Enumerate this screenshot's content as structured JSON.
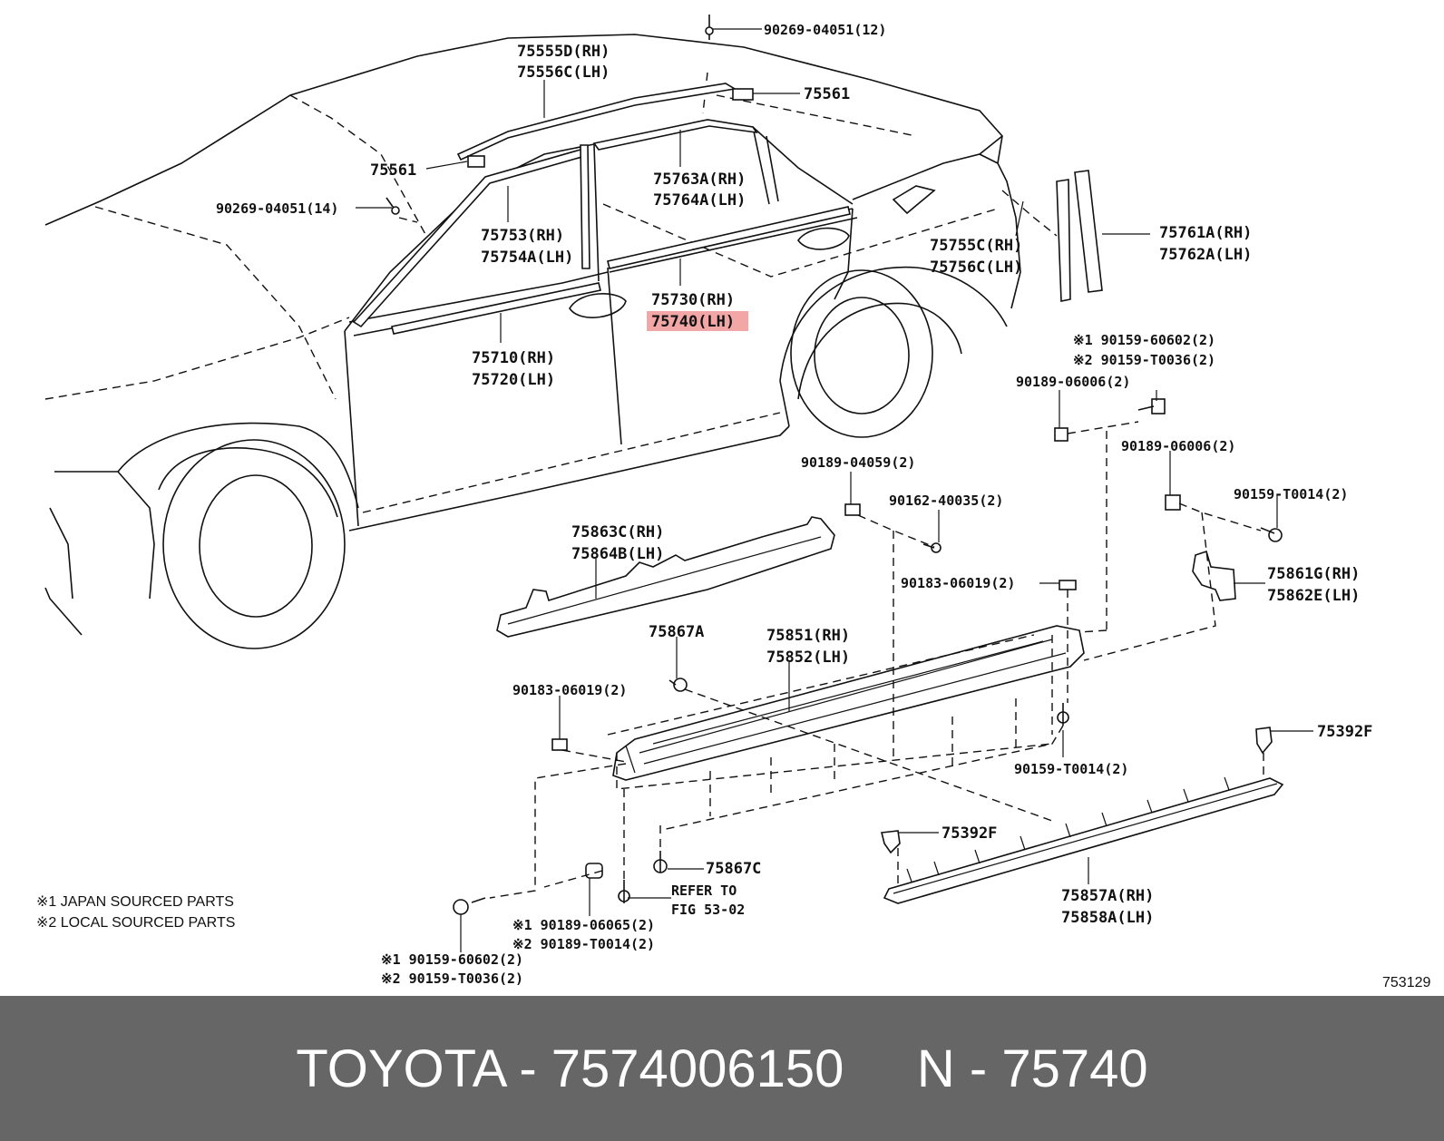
{
  "diagram": {
    "labels": {
      "p90269_12": "90269-04051(12)",
      "p75555d": "75555D(RH)",
      "p75556c": "75556C(LH)",
      "p75561_top": "75561",
      "p75561_left": "75561",
      "p90269_14": "90269-04051(14)",
      "p75763a": "75763A(RH)",
      "p75764a": "75764A(LH)",
      "p75753": "75753(RH)",
      "p75754a": "75754A(LH)",
      "p75755c": "75755C(RH)",
      "p75756c": "75756C(LH)",
      "p75761a": "75761A(RH)",
      "p75762a": "75762A(LH)",
      "p75730": "75730(RH)",
      "p75740": "75740(LH)",
      "p75710": "75710(RH)",
      "p75720": "75720(LH)",
      "p90159_60602_r": "※1 90159-60602(2)",
      "p90159_t0036_r": "※2 90159-T0036(2)",
      "p90189_06006_a": "90189-06006(2)",
      "p90189_06006_b": "90189-06006(2)",
      "p90189_04059": "90189-04059(2)",
      "p90162_40035": "90162-40035(2)",
      "p90159_t0014_a": "90159-T0014(2)",
      "p75863c": "75863C(RH)",
      "p75864b": "75864B(LH)",
      "p90183_06019_a": "90183-06019(2)",
      "p75861g": "75861G(RH)",
      "p75862e": "75862E(LH)",
      "p75867a": "75867A",
      "p75851": "75851(RH)",
      "p75852": "75852(LH)",
      "p90183_06019_b": "90183-06019(2)",
      "p75392f_r": "75392F",
      "p90159_t0014_b": "90159-T0014(2)",
      "p75392f_l": "75392F",
      "p75867c": "75867C",
      "refer1": "REFER TO",
      "refer2": "FIG 53-02",
      "p90189_06065": "※1 90189-06065(2)",
      "p90189_t0014": "※2 90189-T0014(2)",
      "p90159_60602_l": "※1 90159-60602(2)",
      "p90159_t0036_l": "※2 90159-T0036(2)",
      "p75857a": "75857A(RH)",
      "p75858a": "75858A(LH)"
    },
    "notes": {
      "n1": "※1 JAPAN SOURCED PARTS",
      "n2": "※2 LOCAL SOURCED PARTS"
    },
    "figure_number": "753129",
    "highlight_color": "#f3a6a6"
  },
  "footer": {
    "text": "TOYOTA - 7574006150     N - 75740"
  }
}
